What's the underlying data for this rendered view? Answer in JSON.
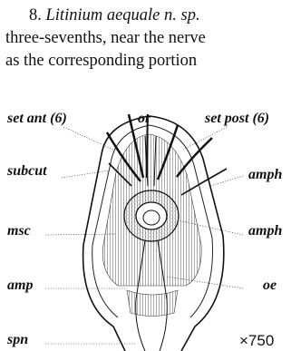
{
  "text": {
    "line1_num": "8.",
    "line1_species": "Litinium aequale",
    "line1_nsp": "n. sp.",
    "line2": "three-sevenths, near the nerve",
    "line3": "as the corresponding portion"
  },
  "figure": {
    "labels": {
      "set_ant": "set ant (6)",
      "or": "or",
      "set_post": "set post (6)",
      "subcut": "subcut",
      "amph1": "amph",
      "msc": "msc",
      "amph2": "amph",
      "amp": "amp",
      "oe": "oe",
      "spn": "spn"
    },
    "magnification": "×750"
  }
}
